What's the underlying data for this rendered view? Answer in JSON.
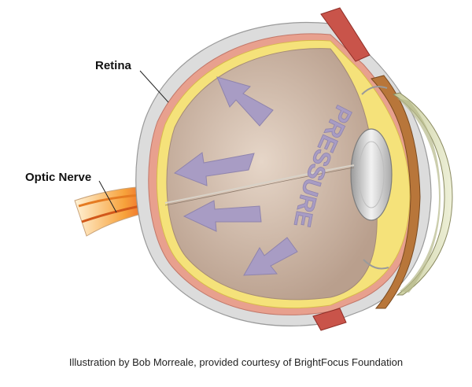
{
  "labels": {
    "retina": "Retina",
    "optic_nerve": "Optic Nerve",
    "pressure": "PRESSURE"
  },
  "credit": "Illustration by Bob Morreale, provided courtesy of BrightFocus Foundation",
  "colors": {
    "sclera": "#dcdcdc",
    "choroid": "#e8a08e",
    "retina": "#f5e27a",
    "vitreous": "#cbb4a4",
    "arrows": "#a89cc4",
    "nerve": "#f08a2a",
    "lens": "#cfcfcf",
    "iris": "#b8763a"
  },
  "icons": {
    "pressure_arrows": "arrow-up-left"
  }
}
